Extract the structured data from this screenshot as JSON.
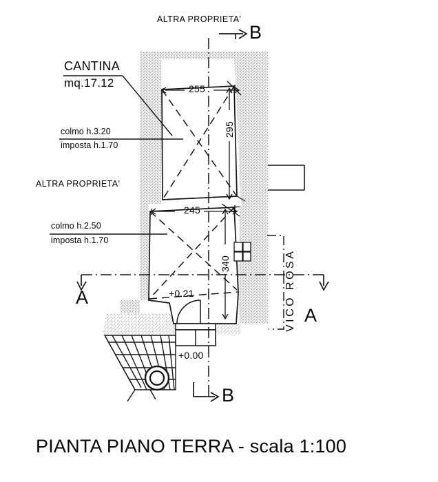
{
  "drawing": {
    "title": "PIANTA PIANO TERRA - scala 1:100",
    "type": "architectural-floor-plan",
    "scale": "1:100"
  },
  "room_labels": {
    "cantina_name": "CANTINA",
    "cantina_area": "mq.17.12"
  },
  "boundary_labels": {
    "top": "ALTRA PROPRIETA'",
    "left": "ALTRA PROPRIETA'",
    "street": "VICO ROSA"
  },
  "height_notes": {
    "upper_colmo": "colmo h.3.20",
    "upper_imposta": "imposta h.1.70",
    "lower_colmo": "colmo h.2.50",
    "lower_imposta": "imposta h.1.70"
  },
  "dimensions": {
    "upper_width": "255",
    "upper_depth": "295",
    "lower_width": "245",
    "lower_depth": "340"
  },
  "elevations": {
    "interior": "+0.21",
    "exterior": "+0.00"
  },
  "section_markers": {
    "b_top": "B",
    "b_bottom": "B",
    "a_left": "A",
    "a_right": "A"
  },
  "colors": {
    "ink": "#0a0a0a",
    "wall_hatch": "#9a9a9a",
    "paper": "#ffffff"
  }
}
